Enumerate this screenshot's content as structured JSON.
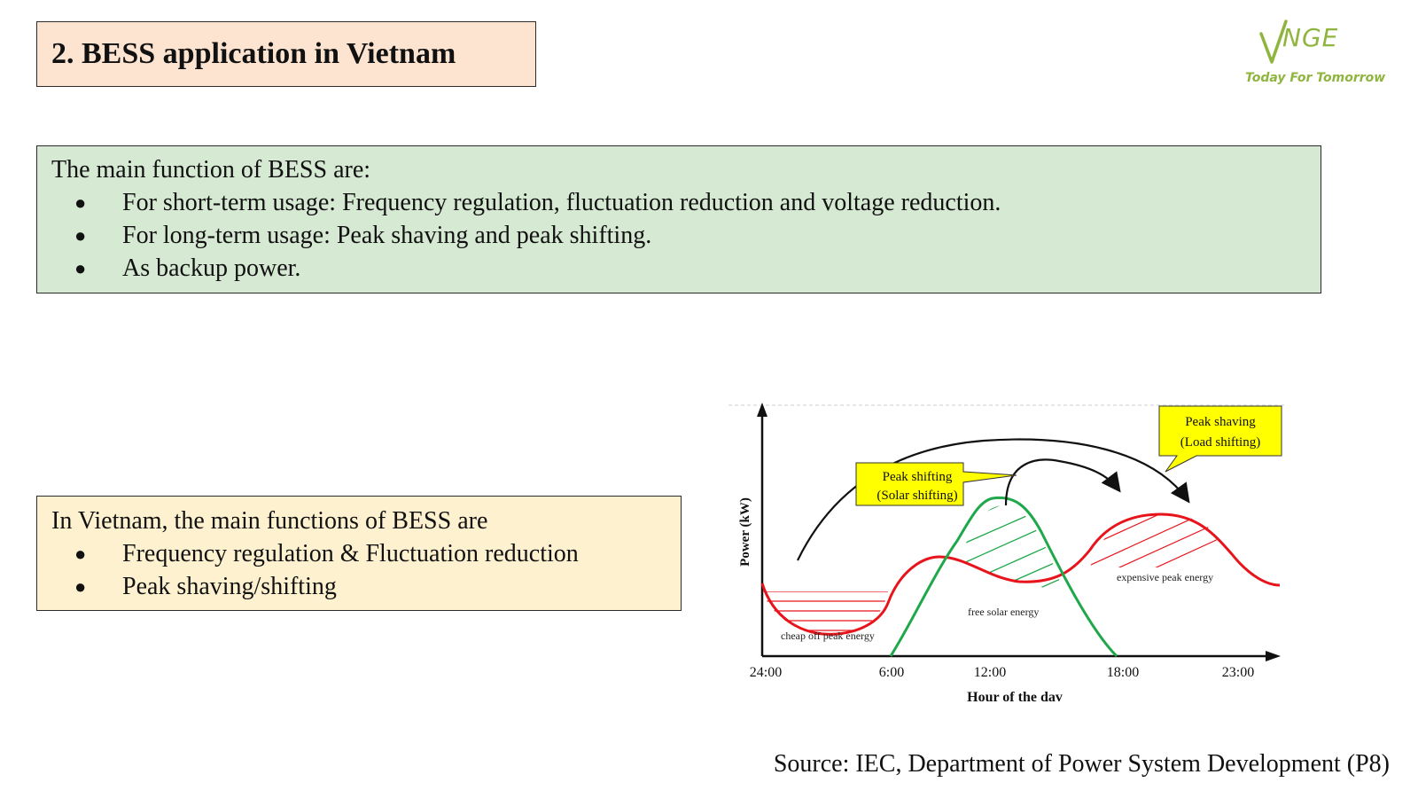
{
  "slide": {
    "title": "2. BESS application in Vietnam",
    "source": "Source: IEC, Department of Power System Development (P8)"
  },
  "logo": {
    "brand": "NGE",
    "brand_initial": "V",
    "tagline": "Today For Tomorrow",
    "color": "#8fb53e"
  },
  "main_functions": {
    "intro": "The main function of BESS are:",
    "items": [
      "For short-term usage: Frequency regulation, fluctuation reduction and voltage reduction.",
      "For long-term usage: Peak shaving and peak shifting.",
      "As backup power."
    ]
  },
  "vietnam_functions": {
    "intro": "In Vietnam, the main functions of BESS are",
    "items": [
      "Frequency regulation & Fluctuation reduction",
      "Peak shaving/shifting"
    ]
  },
  "diagram": {
    "y_axis": "Power (kW)",
    "x_axis": "Hour of the dav",
    "x_ticks": [
      "24:00",
      "6:00",
      "12:00",
      "18:00",
      "23:00"
    ],
    "callout_shifting": [
      "Peak shifting",
      "(Solar shifting)"
    ],
    "callout_shaving": [
      "Peak shaving",
      "(Load shifting)"
    ],
    "label_cheap": "cheap off peak energy",
    "label_solar": "free solar energy",
    "label_expensive": "expensive peak energy",
    "colors": {
      "load": "#e8141b",
      "solar": "#1ea84a",
      "callout": "#ffff00"
    }
  }
}
